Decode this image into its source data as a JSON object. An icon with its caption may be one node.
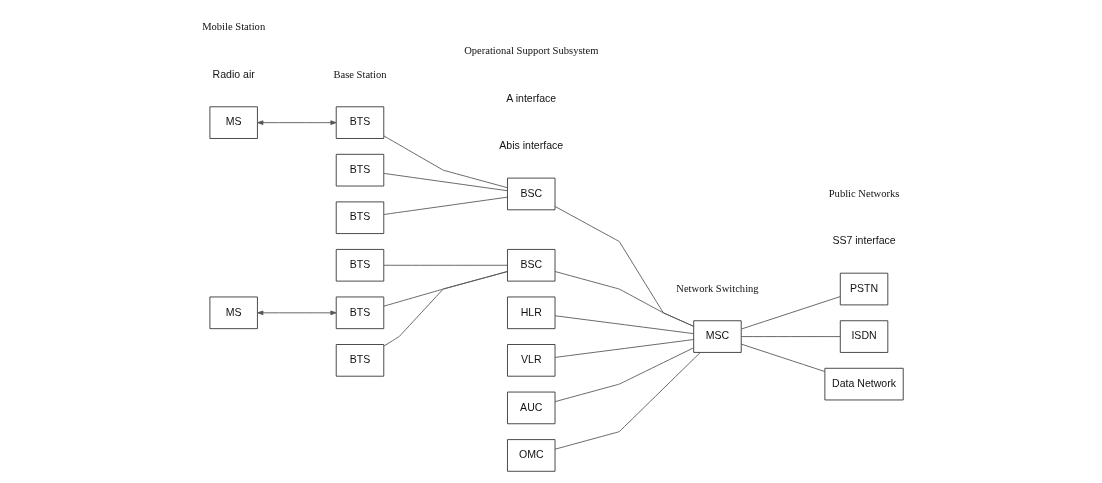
{
  "diagram": {
    "nodes": [
      {
        "text": [
          "MS"
        ]
      },
      {
        "text": [
          "MS"
        ]
      },
      {
        "text": [
          "BTS"
        ]
      },
      {
        "text": [
          "BTS"
        ]
      },
      {
        "text": [
          "BTS"
        ]
      },
      {
        "text": [
          "BTS"
        ]
      },
      {
        "text": [
          "BTS"
        ]
      },
      {
        "text": [
          "BTS"
        ]
      },
      {
        "text": [
          "BSC"
        ]
      },
      {
        "text": [
          "BSC"
        ]
      },
      {
        "text": [
          "HLR"
        ]
      },
      {
        "text": [
          "VLR"
        ]
      },
      {
        "text": [
          "AUC"
        ]
      },
      {
        "text": [
          "MSC"
        ]
      },
      {
        "text": [
          "OMC"
        ]
      },
      {
        "text": [
          "PSTN"
        ]
      },
      {
        "text": [
          "ISDN"
        ]
      },
      {
        "text": [
          "Data Network"
        ]
      }
    ],
    "edges": [
      {
        "from": 0,
        "to": 2,
        "arrow": "both"
      },
      {
        "from": 1,
        "to": 6,
        "arrow": "both"
      },
      {
        "from": 2,
        "to": 8,
        "arrow": "none"
      },
      {
        "from": 3,
        "to": 8,
        "arrow": "none"
      },
      {
        "from": 4,
        "to": 8,
        "arrow": "none"
      },
      {
        "from": 5,
        "to": 9,
        "arrow": "none"
      },
      {
        "from": 6,
        "to": 9,
        "arrow": "none"
      },
      {
        "from": 7,
        "to": 9,
        "arrow": "none"
      },
      {
        "from": 8,
        "to": 13,
        "arrow": "none"
      },
      {
        "from": 9,
        "to": 13,
        "arrow": "none"
      },
      {
        "from": 10,
        "to": 13,
        "arrow": "none"
      },
      {
        "from": 11,
        "to": 13,
        "arrow": "none"
      },
      {
        "from": 12,
        "to": 13,
        "arrow": "none"
      },
      {
        "from": 14,
        "to": 13,
        "arrow": "none"
      },
      {
        "from": 13,
        "to": 15,
        "arrow": "none"
      },
      {
        "from": 13,
        "to": 16,
        "arrow": "none"
      },
      {
        "from": 13,
        "to": 17,
        "arrow": "none"
      }
    ],
    "labels": [
      "Radio air",
      "Abis interface",
      "A interface",
      "SS7 interface",
      "Operational Support Subsystem",
      "Mobile Station",
      "Base Station",
      "Network Switching",
      "Public Networks"
    ]
  }
}
